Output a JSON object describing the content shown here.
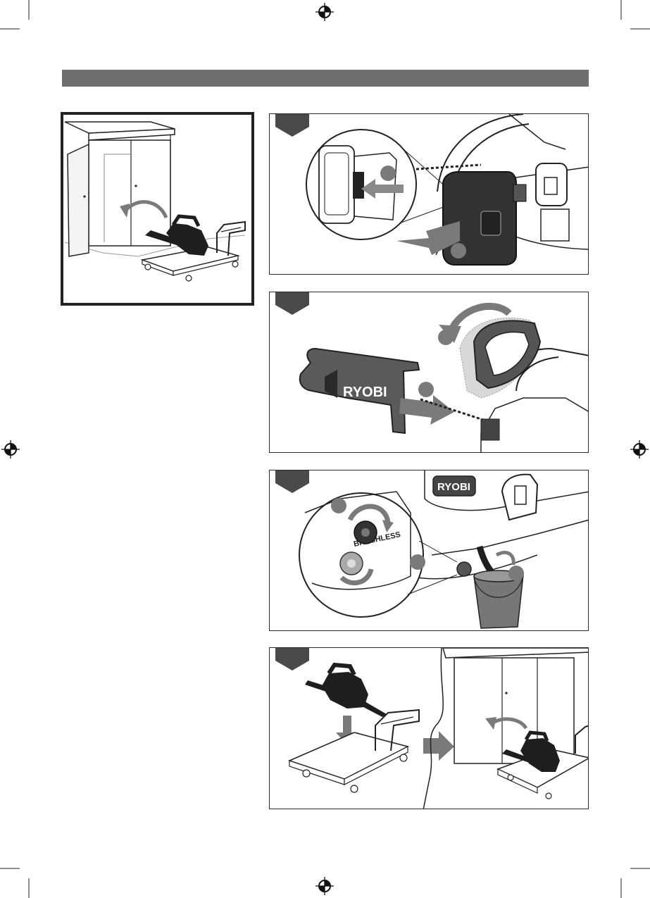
{
  "page": {
    "title_bar_color": "#6f6f6f",
    "ink_color": "#1e1e1e",
    "gray_arrow_color": "#7a7a7a",
    "brand_text": "RYOBI",
    "cap_text": "BRUSHLESS",
    "icons": [
      "registration-mark-icon",
      "crop-mark-icon",
      "step-marker-icon",
      "arrow-icon",
      "callout-circle-icon"
    ]
  },
  "storage_figure": {
    "id": "storage-overview"
  },
  "steps": [
    {
      "id": "step-1",
      "subject": "remove-battery",
      "callouts": 2
    },
    {
      "id": "step-2",
      "subject": "fit-guide-bar-cover",
      "callouts": 2
    },
    {
      "id": "step-3",
      "subject": "drain-oil-tank",
      "callouts": 3
    },
    {
      "id": "step-4",
      "subject": "store-on-cart-in-cabinet",
      "callouts": 0
    }
  ]
}
